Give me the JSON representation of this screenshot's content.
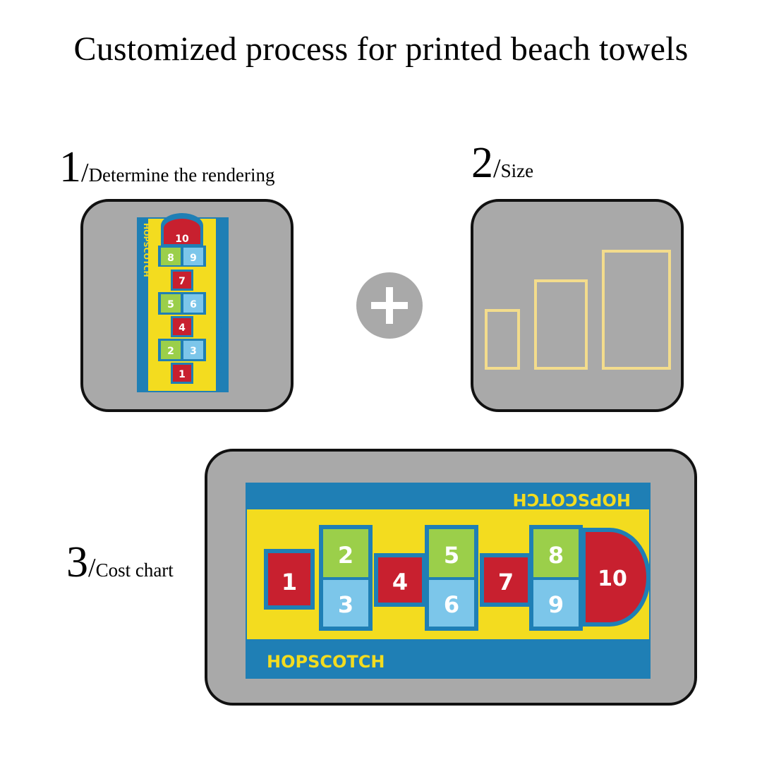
{
  "page_title": "Customized process for printed beach towels",
  "steps": [
    {
      "number": "1",
      "separator": "/",
      "label": "Determine the rendering"
    },
    {
      "number": "2",
      "separator": "/",
      "label": "Size"
    },
    {
      "number": "3",
      "separator": "/",
      "label": "Cost chart"
    }
  ],
  "towel": {
    "brand_text": "HOPSCOTCH",
    "squares": [
      "1",
      "2",
      "3",
      "4",
      "5",
      "6",
      "7",
      "8",
      "9",
      "10"
    ]
  },
  "colors": {
    "panel_bg": "#a9a9a9",
    "towel_blue": "#1f7fb5",
    "towel_yellow": "#f3dc1f",
    "square_red": "#c8202f",
    "square_green": "#9bcf4a",
    "square_lightblue": "#7cc6ea",
    "size_outline": "#f3dc8c"
  },
  "icons": [
    "plus-icon"
  ]
}
